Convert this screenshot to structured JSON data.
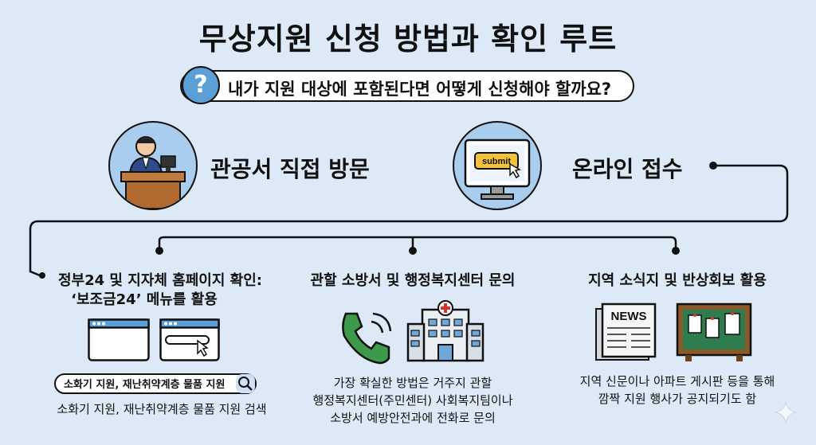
{
  "title": "무상지원 신청 방법과 확인 루트",
  "question": "내가 지원 대상에 포함된다면 어떻게 신청해야 할까요?",
  "routes": [
    {
      "label": "관공서 직접 방문"
    },
    {
      "label": "온라인 접수",
      "button_text": "submit"
    }
  ],
  "columns": [
    {
      "title_line1": "정부24 및 지자체 홈페이지 확인:",
      "title_line2": "‘보조금24’ 메뉴를 활용",
      "search_text": "소화기 지원, 재난취약계층 물품 지원",
      "desc_line1": "소화기 지원, 재난취약계층 물품 지원 검색"
    },
    {
      "title_line1": "관할 소방서 및 행정복지센터 문의",
      "desc_line1": "가장 확실한 방법은 거주지 관할",
      "desc_line2": "행정복지센터(주민센터) 사회복지팀이나",
      "desc_line3": "소방서 예방안전과에 전화로 문의"
    },
    {
      "title_line1": "지역 소식지 및 반상회보 활용",
      "news_label": "NEWS",
      "desc_line1": "지역 신문이나 아파트 게시판 등을 통해",
      "desc_line2": "깜짝 지원 행사가 공지되기도 함"
    }
  ],
  "icons": [
    "question-icon",
    "official-desk-icon",
    "computer-submit-icon",
    "browser-window-icon",
    "browser-search-icon",
    "search-icon",
    "phone-icon",
    "hospital-building-icon",
    "newspaper-icon",
    "bulletin-board-icon",
    "sparkle-icon"
  ]
}
